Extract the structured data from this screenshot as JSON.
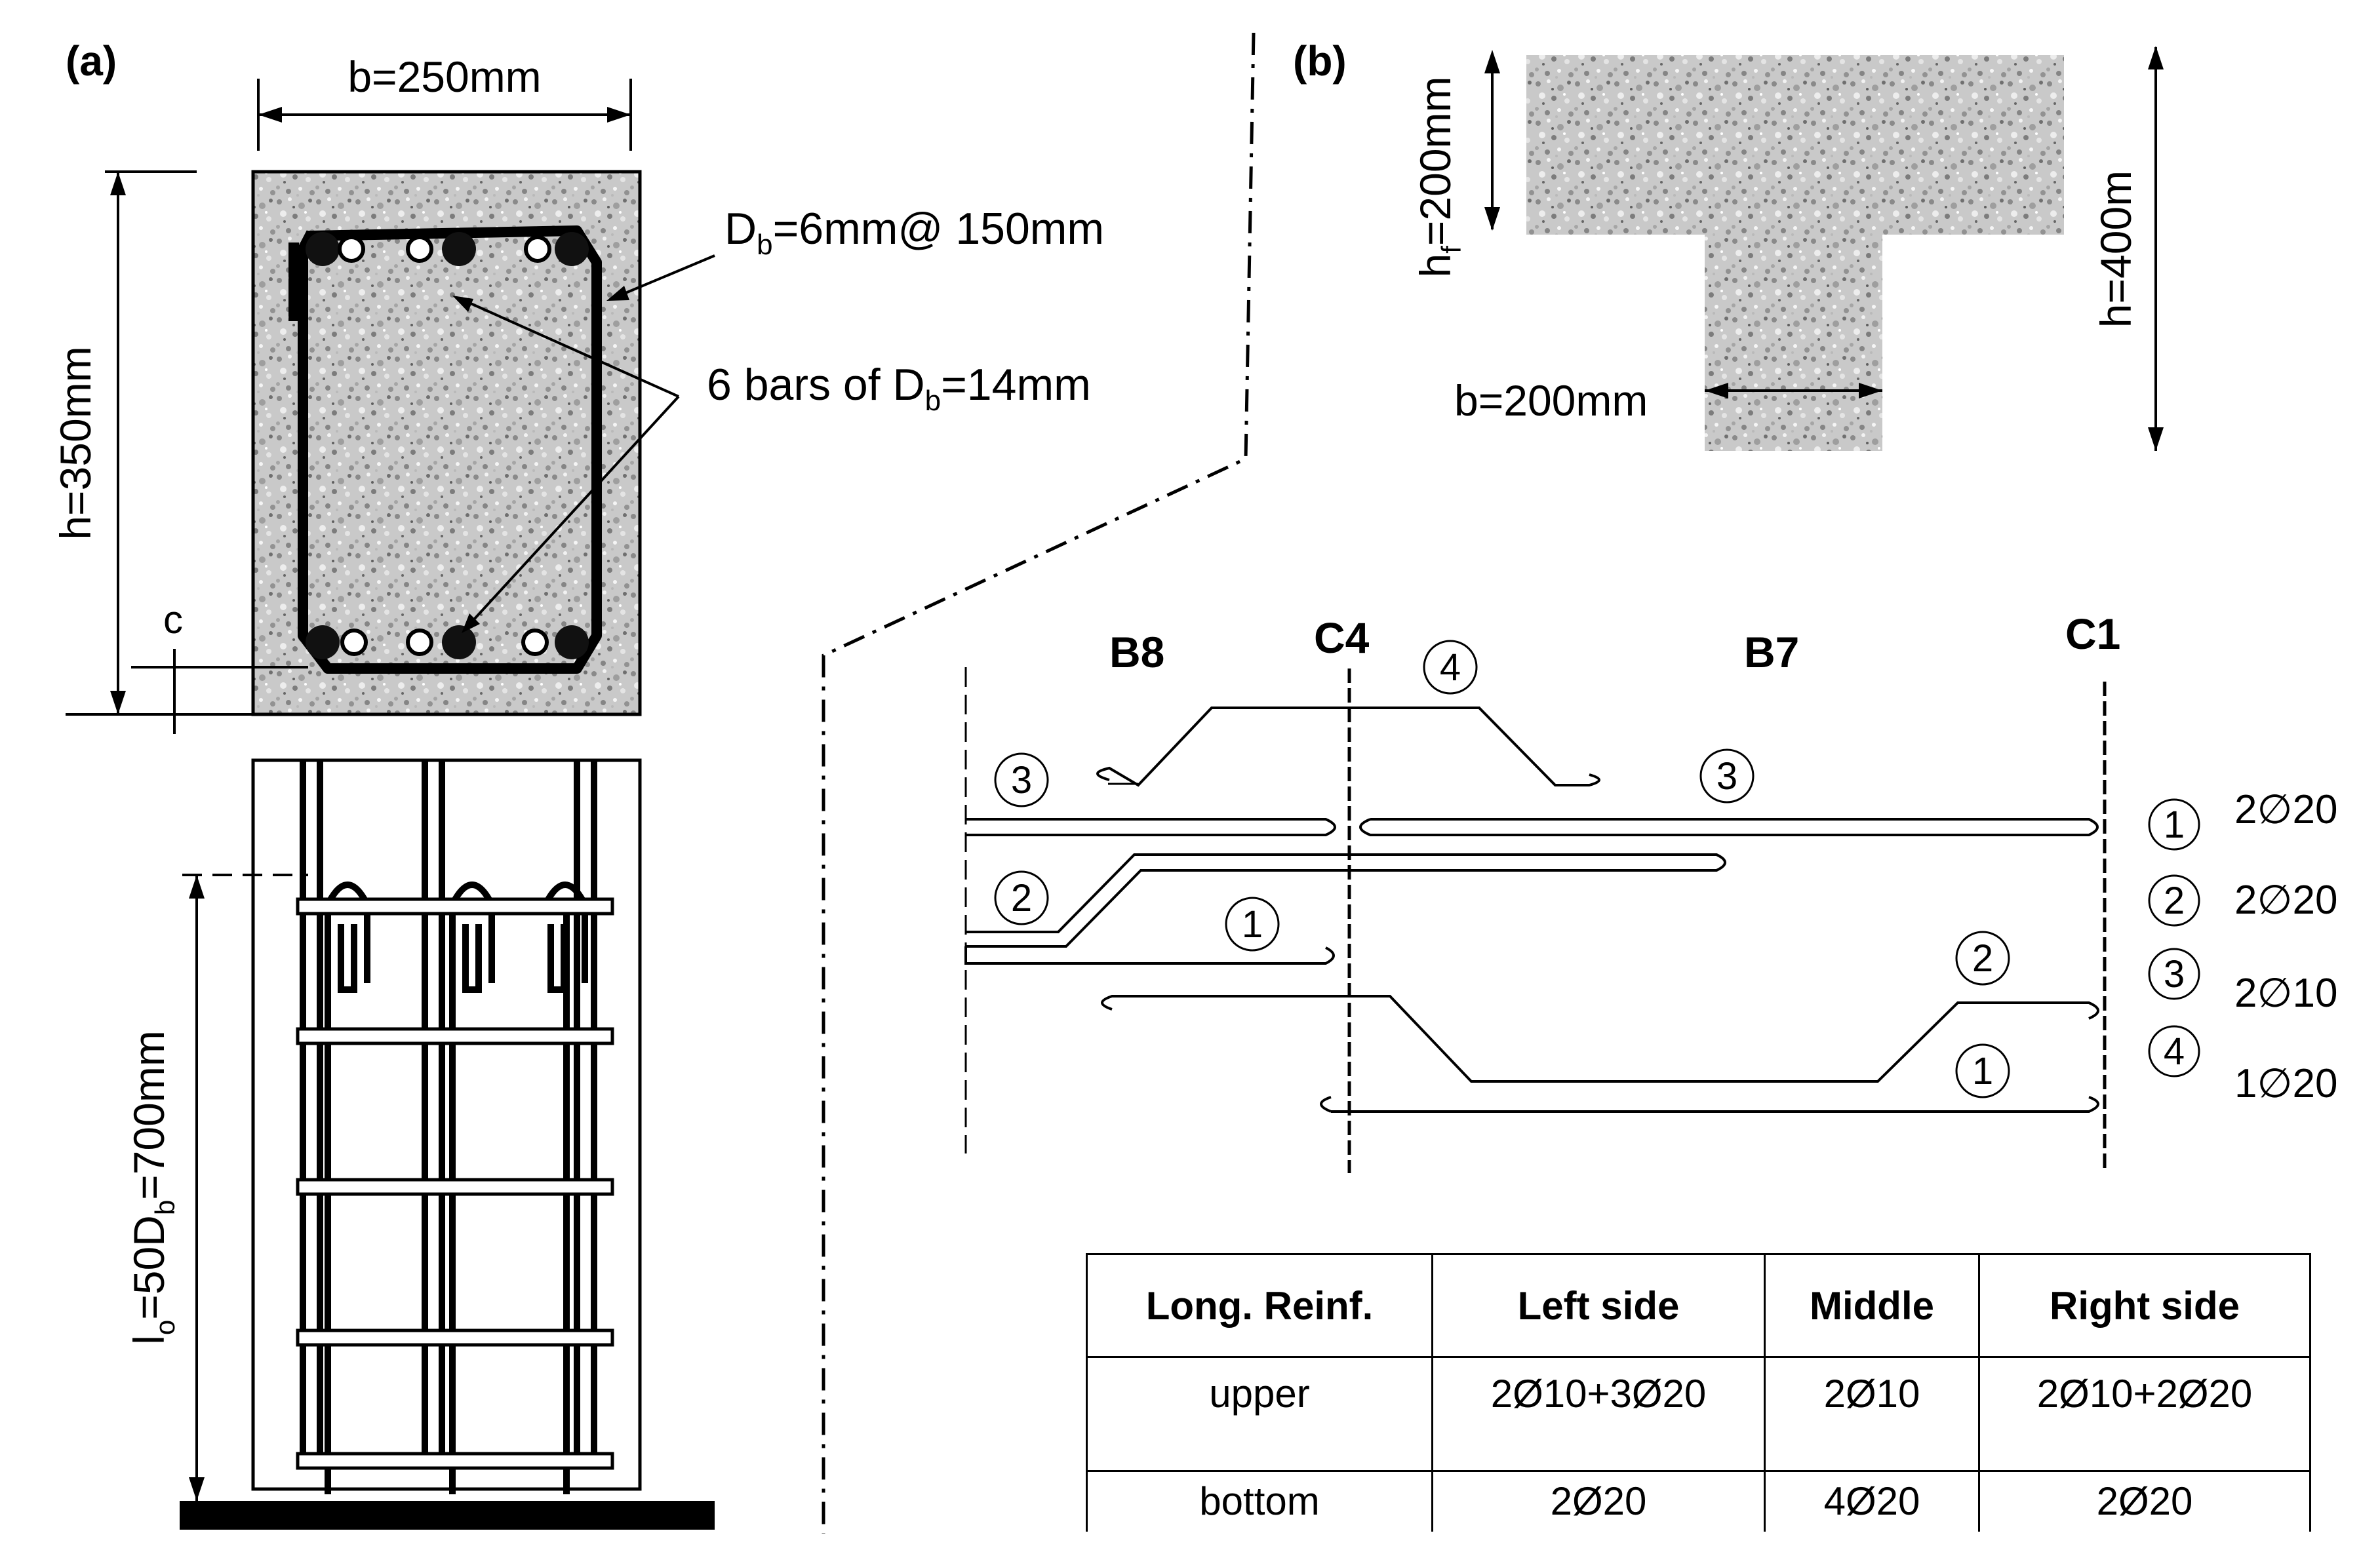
{
  "panel_a": {
    "label": "(a)",
    "width_dim": "b=250mm",
    "height_dim": "h=350mm",
    "cover_label": "c",
    "stirrup_label": "D",
    "stirrup_sub": "b",
    "stirrup_rest": "=6mm@ 150mm",
    "bars_label": "6 bars of D",
    "bars_sub": "b",
    "bars_rest": "=14mm",
    "lap_l": "l",
    "lap_o": "o",
    "lap_mid": "=50D",
    "lap_b": "b",
    "lap_end": "=700mm"
  },
  "panel_b": {
    "label": "(b)",
    "hf_h": "h",
    "hf_sub": "f",
    "hf_rest": "=200mm",
    "h_dim": "h=400m",
    "b_dim": "b=200mm"
  },
  "elevation": {
    "beams": [
      "B8",
      "B7"
    ],
    "columns": [
      "C4",
      "C1"
    ],
    "markers": [
      "1",
      "2",
      "3",
      "4"
    ],
    "legend": [
      {
        "num": "1",
        "spec": "2∅20"
      },
      {
        "num": "2",
        "spec": "2∅20"
      },
      {
        "num": "3",
        "spec": "2∅10"
      },
      {
        "num": "4",
        "spec": "1∅20"
      }
    ]
  },
  "table": {
    "headers": [
      "Long. Reinf.",
      "Left side",
      "Middle",
      "Right side"
    ],
    "rows": [
      [
        "upper",
        "2Ø10+3Ø20",
        "2Ø10",
        "2Ø10+2Ø20"
      ],
      [
        "bottom",
        "2Ø20",
        "4Ø20",
        "2Ø20"
      ]
    ]
  }
}
